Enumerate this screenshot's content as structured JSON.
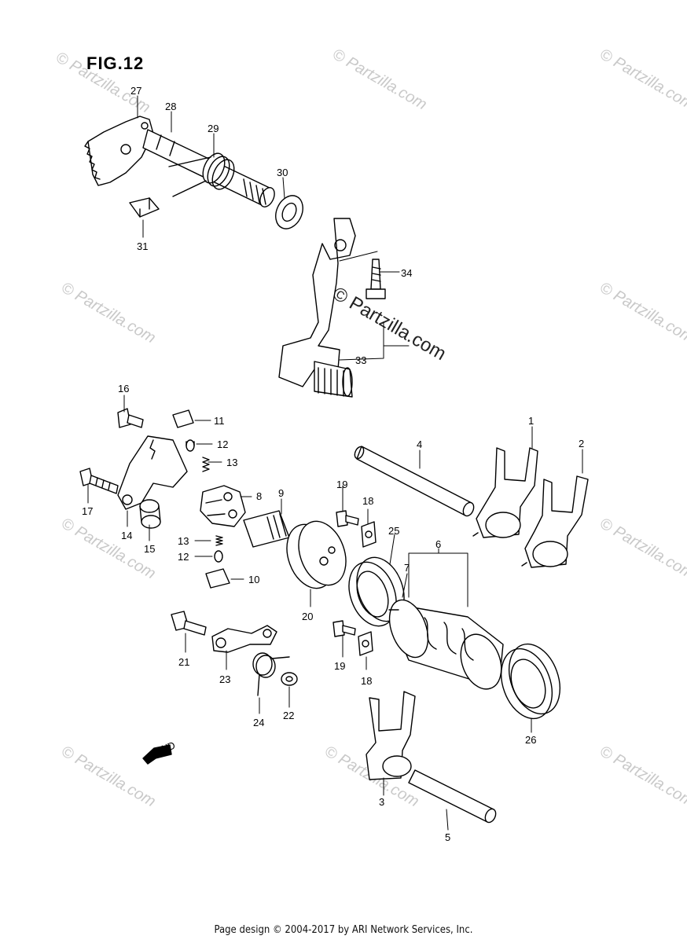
{
  "figure": {
    "title": "FIG.12",
    "footer": "Page design © 2004-2017 by ARI Network Services, Inc.",
    "watermark": "© Partzilla.com",
    "fwd_label": "FWD"
  },
  "callouts": [
    "1",
    "2",
    "3",
    "4",
    "5",
    "6",
    "7",
    "8",
    "9",
    "10",
    "11",
    "12",
    "12",
    "13",
    "13",
    "14",
    "15",
    "16",
    "17",
    "18",
    "18",
    "19",
    "19",
    "20",
    "21",
    "22",
    "23",
    "24",
    "25",
    "26",
    "27",
    "28",
    "29",
    "30",
    "31",
    "33",
    "34"
  ]
}
